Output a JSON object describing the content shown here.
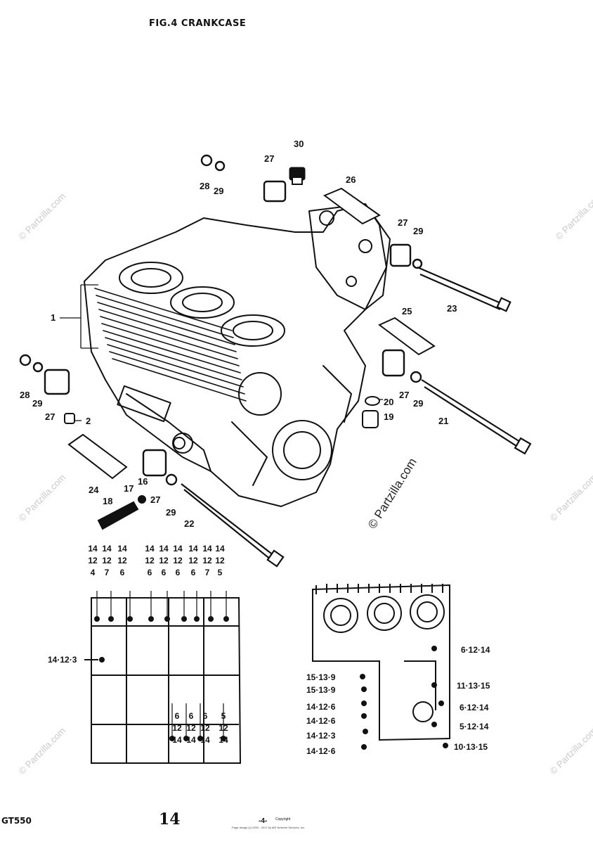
{
  "header": {
    "figure_title": "FIG.4  CRANKCASE"
  },
  "callouts": {
    "c30": "30",
    "c27a": "27",
    "c28a": "28",
    "c29a": "29",
    "c26": "26",
    "c27b": "27",
    "c29b": "29",
    "c23": "23",
    "c1": "1",
    "c25": "25",
    "c28b": "28",
    "c29c": "29",
    "c27c": "27",
    "c2": "2",
    "c20": "20",
    "c19": "19",
    "c27d": "27",
    "c29d": "29",
    "c21": "21",
    "c24": "24",
    "c17": "17",
    "c16": "16",
    "c18": "18",
    "c27e": "27",
    "c29e": "29",
    "c22": "22"
  },
  "bolt_chart_left": {
    "top_columns": [
      "14 12 4",
      "14 12 7",
      "14 12 6",
      "14 12 6",
      "14 12 6",
      "14 12 6",
      "14 12 6",
      "14 12 7",
      "14 12 5"
    ],
    "side_label": "14·12·3",
    "bottom_columns": [
      "6 12 14",
      "6 12 14",
      "6 12 14",
      "5 12 14"
    ]
  },
  "bolt_chart_right": {
    "labels_left": [
      "15·13·9",
      "15·13·9",
      "14·12·6",
      "14·12·6",
      "14·12·3",
      "14·12·6"
    ],
    "labels_right": [
      "6·12·14",
      "11·13·15",
      "6·12·14",
      "5·12·14",
      "10·13·15"
    ]
  },
  "watermarks": {
    "small": "© Partzilla.com",
    "large": "© Partzilla.com"
  },
  "footer": {
    "model": "GT550",
    "page_number": "14",
    "page_code": "-4-",
    "copyright": "Copyright",
    "tiny_text": "Page design (c) 2004 - 2017 by ARI Network Services, Inc."
  }
}
